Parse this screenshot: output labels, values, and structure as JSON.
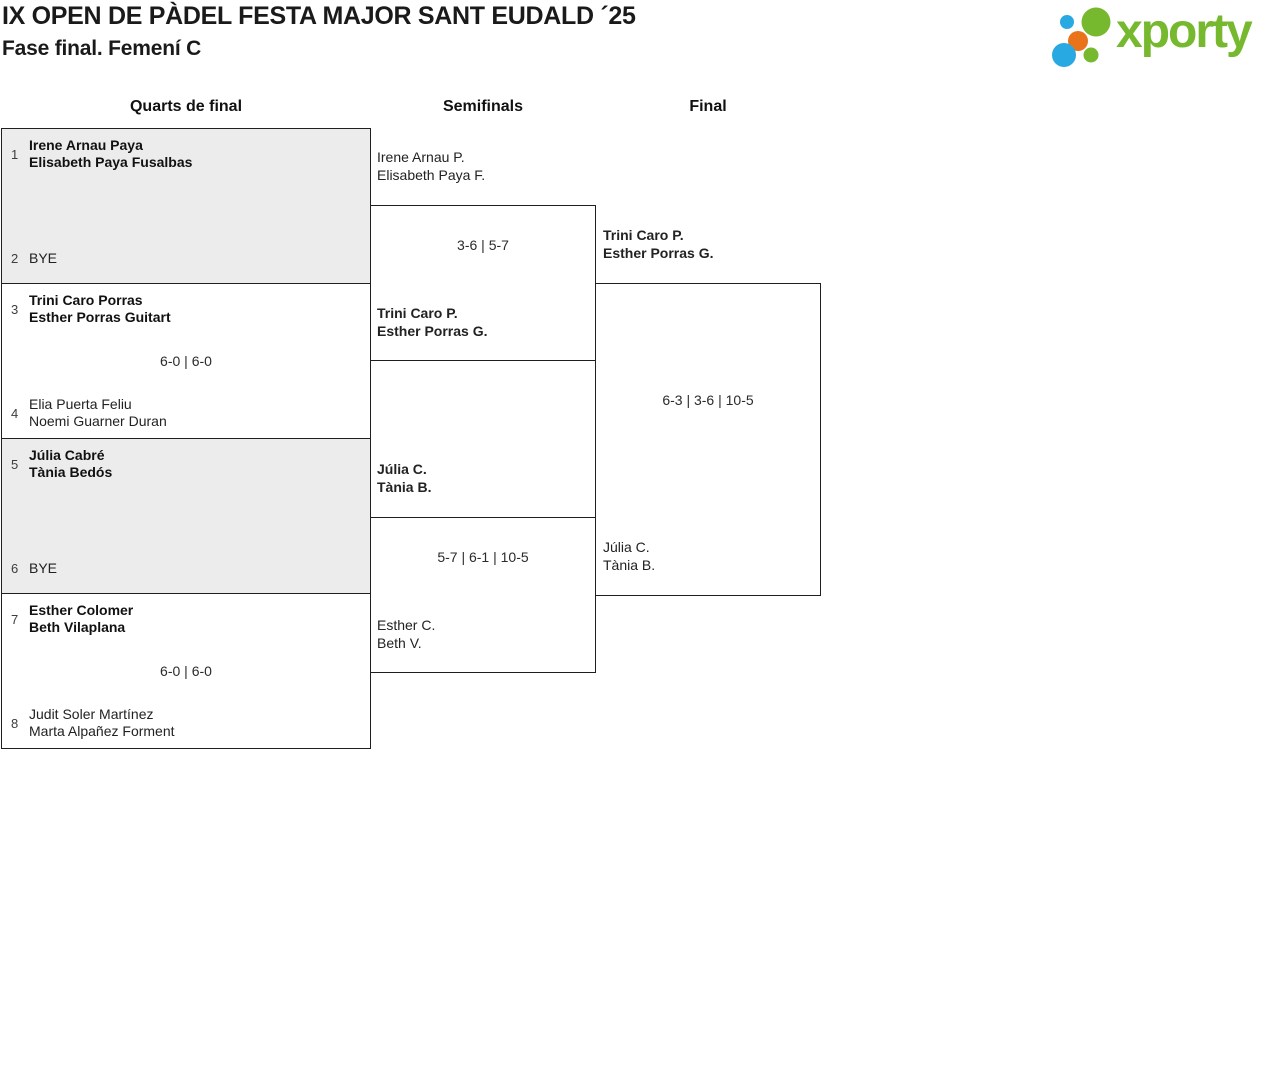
{
  "header": {
    "title": "IX OPEN DE PÀDEL FESTA MAJOR SANT EUDALD ´25",
    "subtitle": "Fase final. Femení C",
    "logo_text": "xporty",
    "brand_colors": {
      "green": "#76b82e",
      "blue": "#29a9e1",
      "orange": "#e8731a"
    }
  },
  "rounds": [
    {
      "label": "Quarts de final"
    },
    {
      "label": "Semifinals"
    },
    {
      "label": "Final"
    }
  ],
  "quarterfinals": [
    {
      "bye": true,
      "score": "",
      "top": {
        "seed": "1",
        "lines": [
          "Irene Arnau Paya",
          "Elisabeth Paya Fusalbas"
        ],
        "winner": true
      },
      "bottom": {
        "seed": "2",
        "lines": [
          "BYE"
        ],
        "winner": false
      }
    },
    {
      "bye": false,
      "score": "6-0 | 6-0",
      "top": {
        "seed": "3",
        "lines": [
          "Trini Caro Porras",
          "Esther Porras Guitart"
        ],
        "winner": true
      },
      "bottom": {
        "seed": "4",
        "lines": [
          "Elia Puerta Feliu",
          "Noemi Guarner Duran"
        ],
        "winner": false
      }
    },
    {
      "bye": true,
      "score": "",
      "top": {
        "seed": "5",
        "lines": [
          "Júlia Cabré",
          "Tània Bedós"
        ],
        "winner": true
      },
      "bottom": {
        "seed": "6",
        "lines": [
          "BYE"
        ],
        "winner": false
      }
    },
    {
      "bye": false,
      "score": "6-0 | 6-0",
      "top": {
        "seed": "7",
        "lines": [
          "Esther Colomer",
          "Beth Vilaplana"
        ],
        "winner": true
      },
      "bottom": {
        "seed": "8",
        "lines": [
          "Judit Soler Martínez",
          "Marta Alpañez Forment"
        ],
        "winner": false
      }
    }
  ],
  "semifinals": [
    {
      "score": "3-6 | 5-7",
      "top": {
        "lines": [
          "Irene Arnau P.",
          "Elisabeth Paya F."
        ],
        "winner": false
      },
      "bottom": {
        "lines": [
          "Trini Caro P.",
          "Esther Porras G."
        ],
        "winner": true
      }
    },
    {
      "score": "5-7 | 6-1 | 10-5",
      "top": {
        "lines": [
          "Júlia C.",
          "Tània B."
        ],
        "winner": true
      },
      "bottom": {
        "lines": [
          "Esther C.",
          "Beth V."
        ],
        "winner": false
      }
    }
  ],
  "final": {
    "score": "6-3 | 3-6 | 10-5",
    "top": {
      "lines": [
        "Trini Caro P.",
        "Esther Porras G."
      ],
      "winner": true
    },
    "bottom": {
      "lines": [
        "Júlia C.",
        "Tània B."
      ],
      "winner": false
    }
  }
}
